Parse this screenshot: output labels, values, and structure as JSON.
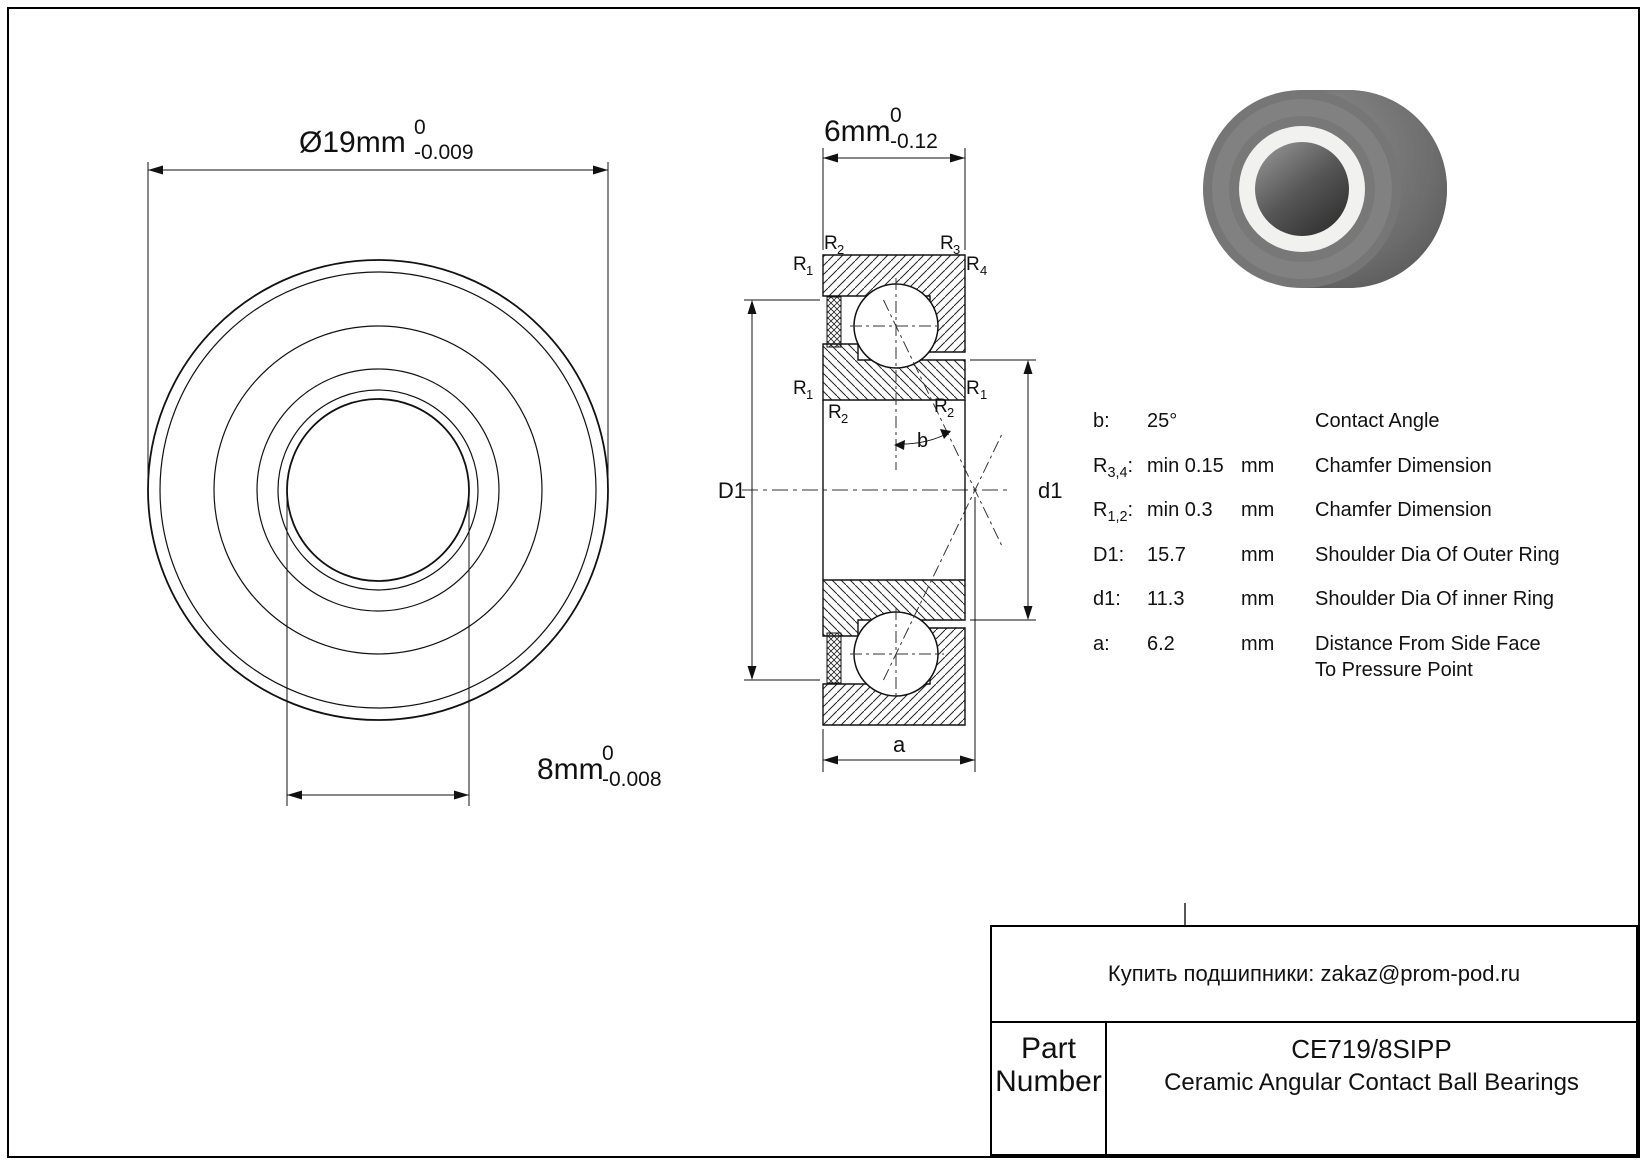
{
  "front_view": {
    "outer_dim": {
      "text": "Ø19mm",
      "tol_top": "0",
      "tol_bottom": "-0.009"
    },
    "bore_dim": {
      "text": "8mm",
      "tol_top": "0",
      "tol_bottom": "-0.008"
    }
  },
  "section_view": {
    "width_dim": {
      "text": "6mm",
      "tol_top": "0",
      "tol_bottom": "-0.12"
    },
    "labels": {
      "r_base": "R",
      "sub1": "1",
      "sub2": "2",
      "sub3": "3",
      "sub4": "4",
      "contact_angle": "b",
      "outer_shoulder": "D1",
      "inner_shoulder": "d1",
      "pressure_distance": "a"
    }
  },
  "spec_table": {
    "rows": [
      {
        "param_pre": "b",
        "param_sub": "",
        "param_post": ":",
        "value": "25°",
        "unit": "",
        "desc": "Contact Angle"
      },
      {
        "param_pre": "R",
        "param_sub": "3,4",
        "param_post": ":",
        "value": "min 0.15",
        "unit": "mm",
        "desc": "Chamfer Dimension"
      },
      {
        "param_pre": "R",
        "param_sub": "1,2",
        "param_post": ":",
        "value": "min 0.3",
        "unit": "mm",
        "desc": "Chamfer Dimension"
      },
      {
        "param_pre": "D1",
        "param_sub": "",
        "param_post": ":",
        "value": "15.7",
        "unit": "mm",
        "desc": "Shoulder Dia Of Outer Ring"
      },
      {
        "param_pre": "d1",
        "param_sub": "",
        "param_post": ":",
        "value": "11.3",
        "unit": "mm",
        "desc": "Shoulder Dia Of inner Ring"
      },
      {
        "param_pre": "a",
        "param_sub": "",
        "param_post": ":",
        "value": "6.2",
        "unit": "mm",
        "desc": "Distance From Side Face To Pressure Point"
      }
    ]
  },
  "title_block": {
    "contact_line": "Купить подшипники: zakaz@prom-pod.ru",
    "part_label_line1": "Part",
    "part_label_line2": "Number",
    "part_number": "CE719/8SIPP",
    "part_description": "Ceramic Angular Contact Ball Bearings"
  },
  "colors": {
    "drawing_lines": "#000000",
    "background": "#ffffff",
    "bearing_body_gray": "#6f6f6f",
    "seal_ring_white": "#f0f0ee"
  }
}
